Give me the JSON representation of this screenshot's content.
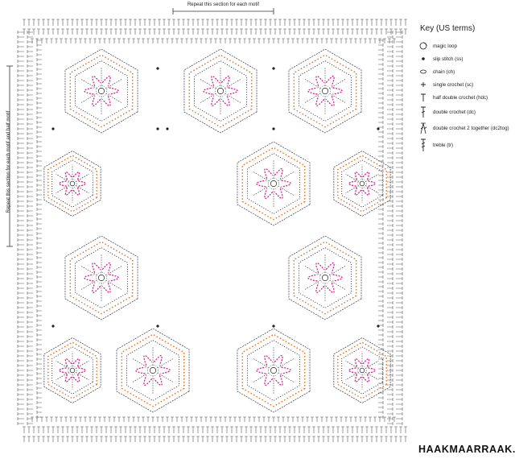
{
  "header": {
    "repeat_label": "Repeat this section for each motif"
  },
  "side": {
    "repeat_label": "Repeat this section for each motif and half motif"
  },
  "key": {
    "title": "Key (US terms)",
    "items": [
      {
        "label": "magic loop",
        "icon": "magic-loop-icon"
      },
      {
        "label": "slip stitch (ss)",
        "icon": "slip-stitch-icon"
      },
      {
        "label": "chain (ch)",
        "icon": "chain-icon"
      },
      {
        "label": "single crochet (sc)",
        "icon": "single-crochet-icon"
      },
      {
        "label": "half double crochet (hdc)",
        "icon": "hdc-icon"
      },
      {
        "label": "double crochet (dc)",
        "icon": "dc-icon"
      },
      {
        "label": "double crochet 2 together (dc2tog)",
        "icon": "dc2tog-icon"
      },
      {
        "label": "treble (tr)",
        "icon": "treble-icon"
      }
    ]
  },
  "brand": "HAAKMAARRAAK.NL",
  "colors": {
    "hexagon_outline": "#333333",
    "row_orange": "#e07020",
    "row_magenta": "#d4208a",
    "stitch_black": "#222222",
    "border_grey": "#555555"
  }
}
